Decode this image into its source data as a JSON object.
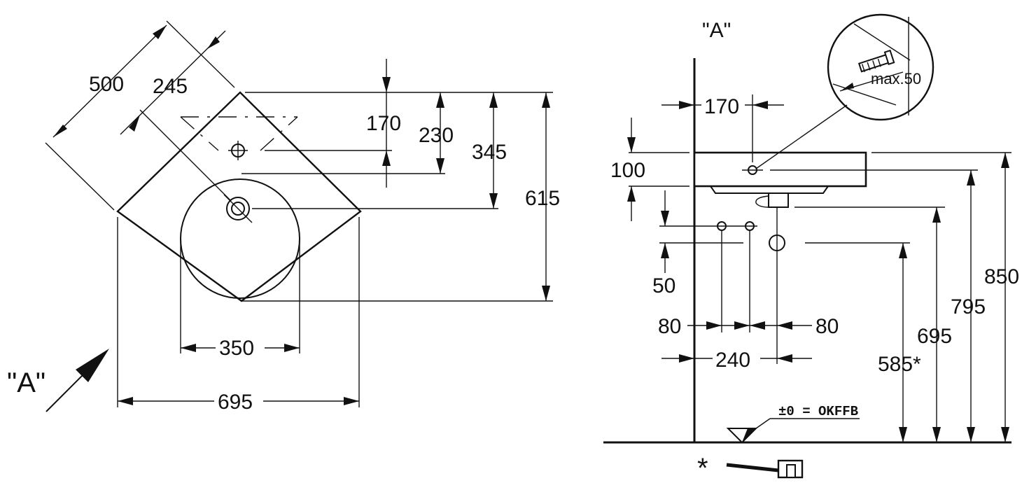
{
  "plan": {
    "dim_500": "500",
    "dim_245": "245",
    "dim_170": "170",
    "dim_230": "230",
    "dim_345": "345",
    "dim_615": "615",
    "dim_350": "350",
    "dim_695": "695",
    "view_label": "\"A\""
  },
  "elevation": {
    "view_label": "\"A\"",
    "dim_170": "170",
    "dim_100": "100",
    "dim_50": "50",
    "dim_80_left": "80",
    "dim_80_right": "80",
    "dim_240": "240",
    "dim_585": "585*",
    "dim_695": "695",
    "dim_795": "795",
    "dim_850": "850",
    "floor_ref": "±0 = OKFFB",
    "detail_label": "max.50",
    "footnote_symbol": "*"
  }
}
